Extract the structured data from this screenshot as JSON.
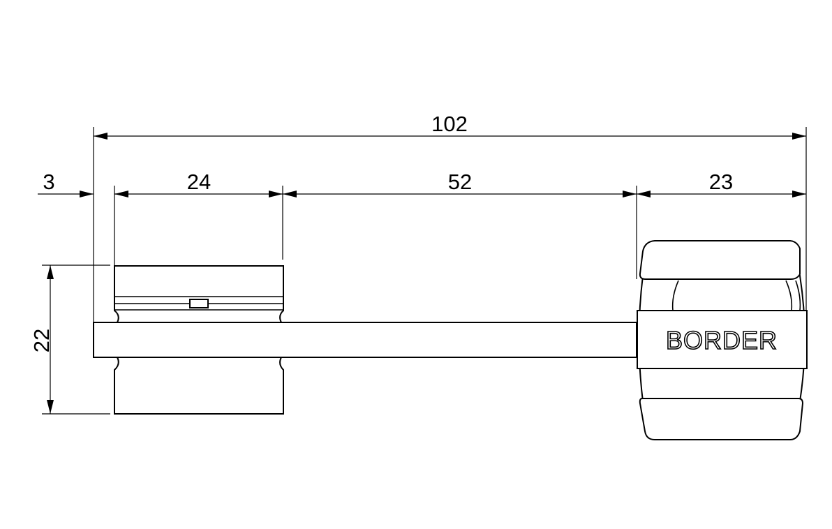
{
  "dimensions": {
    "overall_length": "102",
    "left_offset": "3",
    "cylinder_length": "24",
    "gap_length": "52",
    "knob_length": "23",
    "height": "22"
  },
  "knob": {
    "brand_label": "BORDER"
  }
}
